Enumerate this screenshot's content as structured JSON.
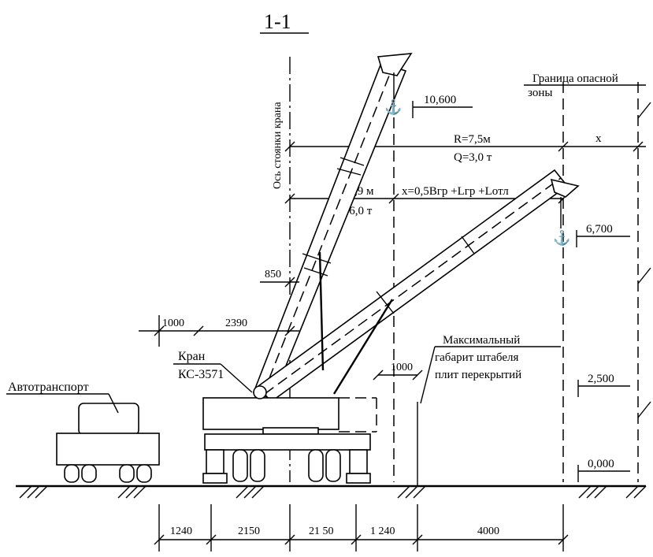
{
  "section_title": "1-1",
  "labels": {
    "crane_axis": "Ось стоянки крана",
    "danger_zone_line1": "Граница опасной",
    "danger_zone_line2": "зоны",
    "crane_line1": "Кран",
    "crane_line2": "КС-3571",
    "vehicle": "Автотранспорт",
    "stack_line1": "Максимальный",
    "stack_line2": "габарит штабеля",
    "stack_line3": "плит перекрытий",
    "x_symbol": "x"
  },
  "boom_params": {
    "long_radius": "R=7,5м",
    "long_capacity": "Q=3,0 т",
    "short_radius": "R=2,9 м",
    "short_capacity": "Q=6,0 т",
    "formula": "x=0,5Bгр +Lгр +Lотл"
  },
  "elevations": [
    "10,600",
    "6,700",
    "2,500",
    "0,000"
  ],
  "dimensions": {
    "boom_850": "850",
    "d_1000_left": "1000",
    "d_2390": "2390",
    "d_1000_right": "1000"
  },
  "bottom_dimensions": [
    "1240",
    "2150",
    "21 50",
    "1 240",
    "4000"
  ]
}
